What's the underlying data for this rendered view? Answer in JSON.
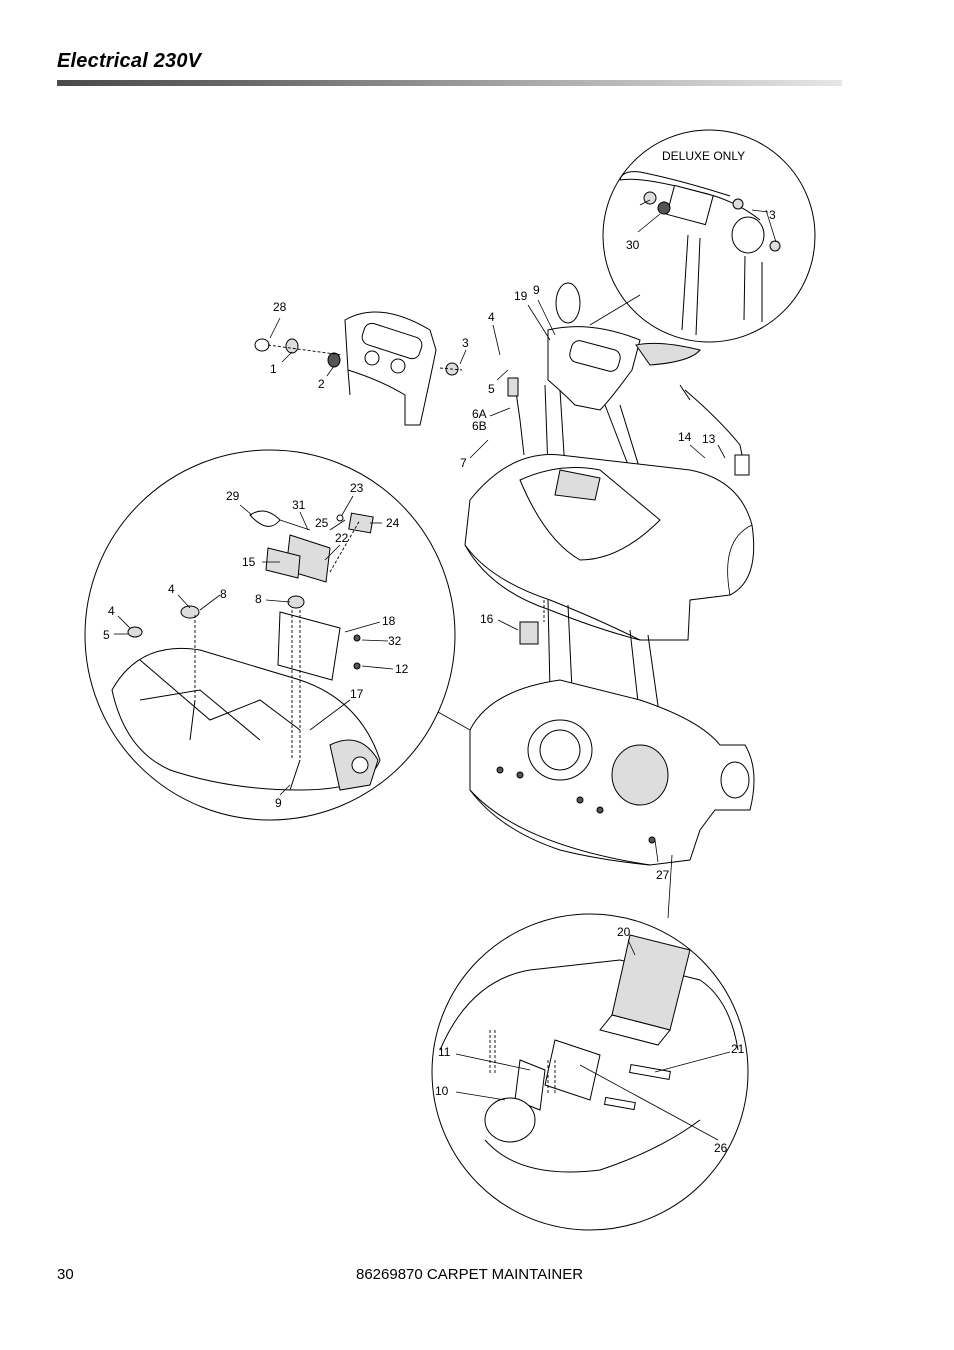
{
  "header": {
    "title": "Electrical 230V"
  },
  "footer": {
    "page_number": "30",
    "doc_title": "86269870 CARPET MAINTAINER"
  },
  "diagram": {
    "inset_note": "DELUXE ONLY",
    "callouts": {
      "c1": "1",
      "c2": "2",
      "c3": "3",
      "c3b": "3",
      "c4": "4",
      "c4b": "4",
      "c4c": "4",
      "c5": "5",
      "c5b": "5",
      "c6a": "6A",
      "c6b": "6B",
      "c7": "7",
      "c8": "8",
      "c8b": "8",
      "c9": "9",
      "c9b": "9",
      "c10": "10",
      "c11": "11",
      "c12": "12",
      "c13": "13",
      "c14": "14",
      "c15": "15",
      "c16": "16",
      "c17": "17",
      "c18": "18",
      "c19": "19",
      "c20": "20",
      "c21": "21",
      "c22": "22",
      "c23": "23",
      "c24": "24",
      "c25": "25",
      "c26": "26",
      "c27": "27",
      "c28": "28",
      "c29": "29",
      "c30": "30",
      "c31": "31",
      "c32": "32"
    }
  }
}
